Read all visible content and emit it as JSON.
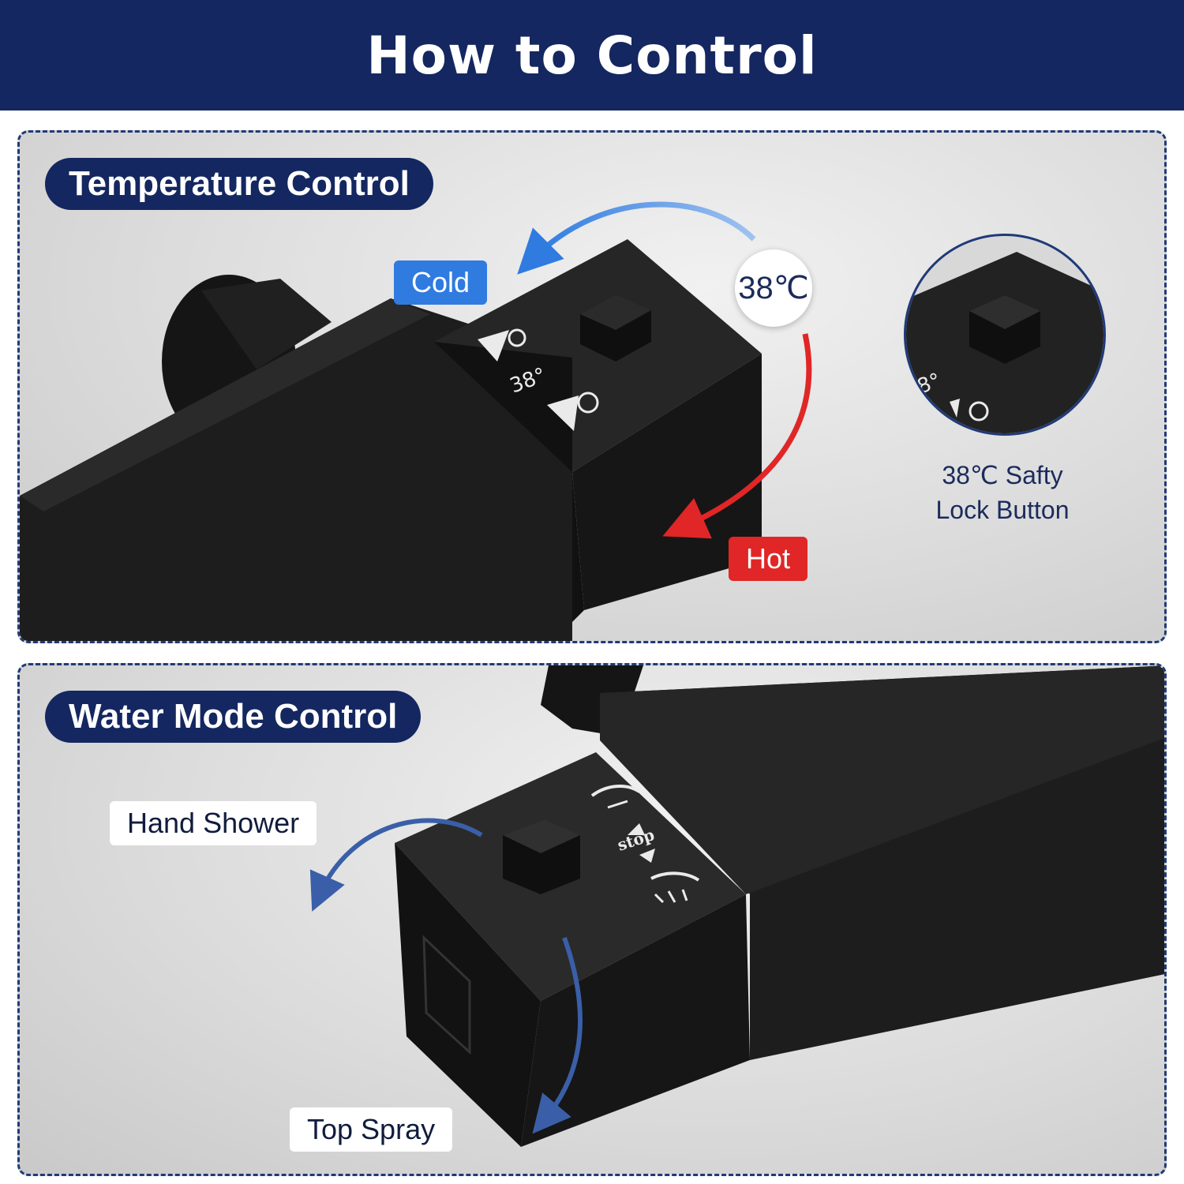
{
  "header": {
    "title": "How to Control"
  },
  "temperature_panel": {
    "label": "Temperature Control",
    "cold_label": "Cold",
    "hot_label": "Hot",
    "temp_marker": "38℃",
    "dial_marking": "38°",
    "lock_caption_line1": "38℃ Safty",
    "lock_caption_line2": "Lock Button"
  },
  "water_panel": {
    "label": "Water Mode Control",
    "hand_shower_label": "Hand Shower",
    "top_spray_label": "Top Spray",
    "dial_marking": "stop"
  },
  "colors": {
    "navy": "#142760",
    "cold_blue": "#2f7be0",
    "hot_red": "#e02626",
    "arrow_blue": "#3a5fa8"
  }
}
